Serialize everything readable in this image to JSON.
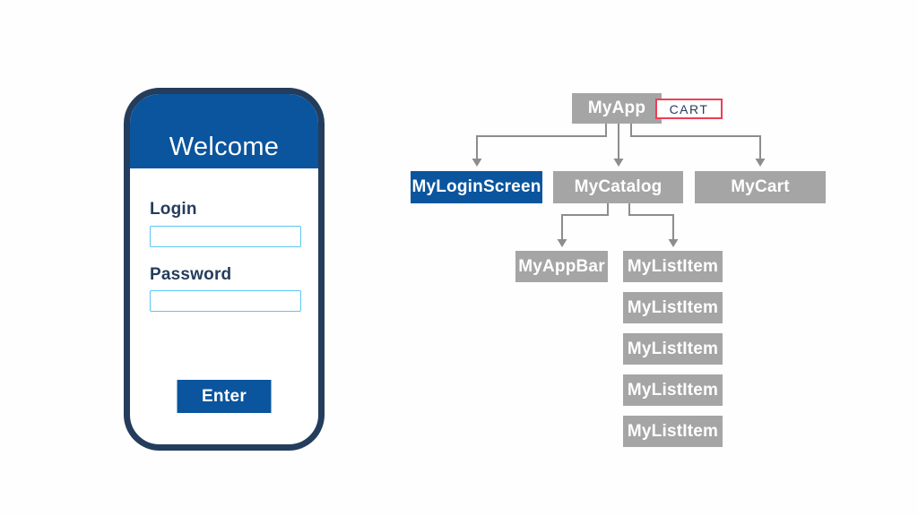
{
  "colors": {
    "background": "#fdfefd",
    "brand_blue": "#0a559d",
    "navy_text": "#243d5c",
    "box_gray": "#a5a5a5",
    "connector_gray": "#8d8d8d",
    "input_border_blue": "#5bc5f2",
    "cart_border_red": "#ee3d55"
  },
  "phone": {
    "title": "Welcome",
    "fields": [
      {
        "label": "Login",
        "value": ""
      },
      {
        "label": "Password",
        "value": ""
      }
    ],
    "enter_button_label": "Enter"
  },
  "diagram": {
    "root_label": "MyApp",
    "cart_badge_label": "CART",
    "level2": [
      {
        "label": "MyLoginScreen"
      },
      {
        "label": "MyCatalog"
      },
      {
        "label": "MyCart"
      }
    ],
    "level3": [
      {
        "label": "MyAppBar"
      },
      {
        "label": "MyListItem"
      }
    ],
    "list_items": [
      "MyListItem",
      "MyListItem",
      "MyListItem",
      "MyListItem"
    ]
  }
}
